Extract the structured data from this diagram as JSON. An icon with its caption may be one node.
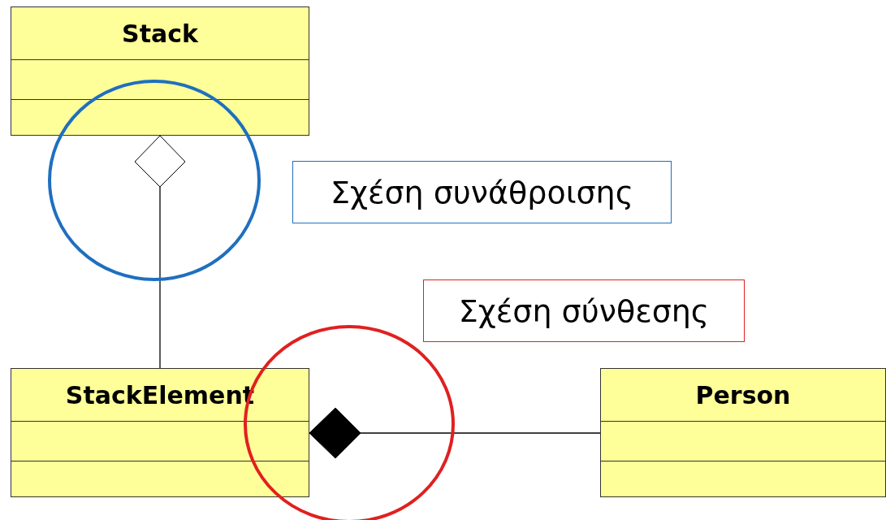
{
  "diagram": {
    "nodes": [
      {
        "text": [
          "Stack"
        ]
      },
      {
        "text": [
          "StackElement"
        ]
      },
      {
        "text": [
          "Person"
        ]
      },
      {
        "text": [
          "Σχέση συνάθροισης"
        ]
      },
      {
        "text": [
          "Σχέση σύνθεσης"
        ]
      }
    ],
    "edges": [
      {
        "from": 0,
        "to": 1,
        "arrow": "other"
      },
      {
        "from": 1,
        "to": 2,
        "arrow": "other"
      }
    ]
  }
}
